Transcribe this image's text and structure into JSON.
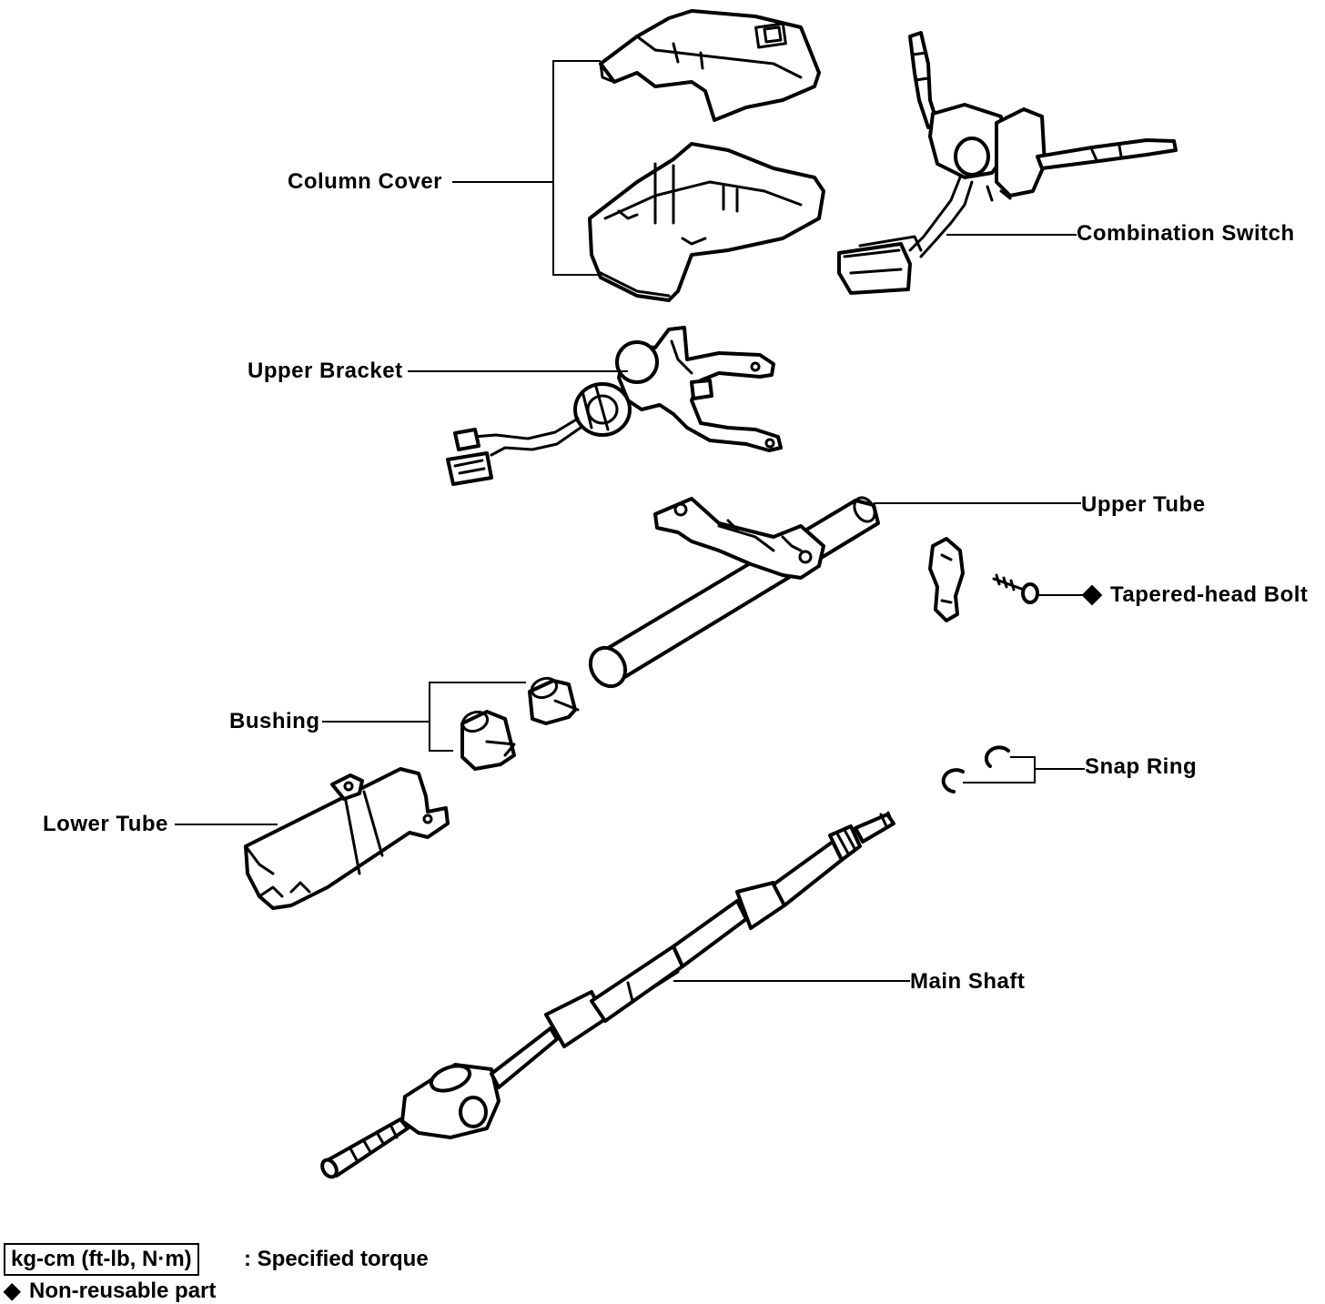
{
  "labels": {
    "column_cover": "Column Cover",
    "combination_switch": "Combination Switch",
    "upper_bracket": "Upper Bracket",
    "upper_tube": "Upper Tube",
    "tapered_head_bolt": "Tapered-head Bolt",
    "bushing": "Bushing",
    "snap_ring": "Snap Ring",
    "lower_tube": "Lower Tube",
    "main_shaft": "Main Shaft"
  },
  "legend": {
    "torque_unit": "kg-cm (ft-lb, N·m)",
    "torque_desc": ": Specified torque",
    "nonreusable_symbol": "◆",
    "nonreusable_desc": "Non-reusable part"
  }
}
